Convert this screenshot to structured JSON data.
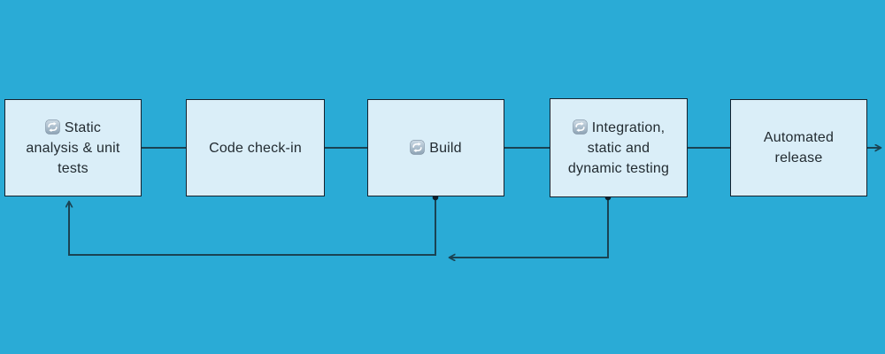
{
  "diagram": {
    "title": "CI/CD pipeline flowchart",
    "background_color": "#2aabd6",
    "node_fill_color": "#daeef8",
    "node_border_color": "#16222e",
    "connector_color": "#1a4353",
    "text_color": "#222b31",
    "icon": {
      "name": "repeat-icon",
      "glyph": "🔁",
      "square_color_top": "#cddbe6",
      "square_color_bottom": "#8da3b5",
      "arrow_color": "#ffffff"
    },
    "nodes": [
      {
        "id": "static-analysis",
        "label": "Static analysis & unit tests",
        "has_repeat_icon": true
      },
      {
        "id": "code-check-in",
        "label": "Code check-in",
        "has_repeat_icon": false
      },
      {
        "id": "build",
        "label": "Build",
        "has_repeat_icon": true
      },
      {
        "id": "integration-testing",
        "label": "Integration, static and dynamic testing",
        "has_repeat_icon": true
      },
      {
        "id": "automated-release",
        "label": "Automated release",
        "has_repeat_icon": false
      }
    ],
    "edges": [
      {
        "from": "static-analysis",
        "to": "code-check-in",
        "style": "plain-line"
      },
      {
        "from": "code-check-in",
        "to": "build",
        "style": "plain-line"
      },
      {
        "from": "build",
        "to": "integration-testing",
        "style": "plain-line"
      },
      {
        "from": "integration-testing",
        "to": "automated-release",
        "style": "plain-line"
      },
      {
        "from": "automated-release",
        "to": "offscreen-right",
        "style": "arrow"
      },
      {
        "from": "build-bottom",
        "to": "static-analysis-bottom",
        "style": "feedback-arrow"
      },
      {
        "from": "integration-testing-bottom",
        "to": "build-feedback-line",
        "style": "feedback-arrow"
      }
    ]
  }
}
